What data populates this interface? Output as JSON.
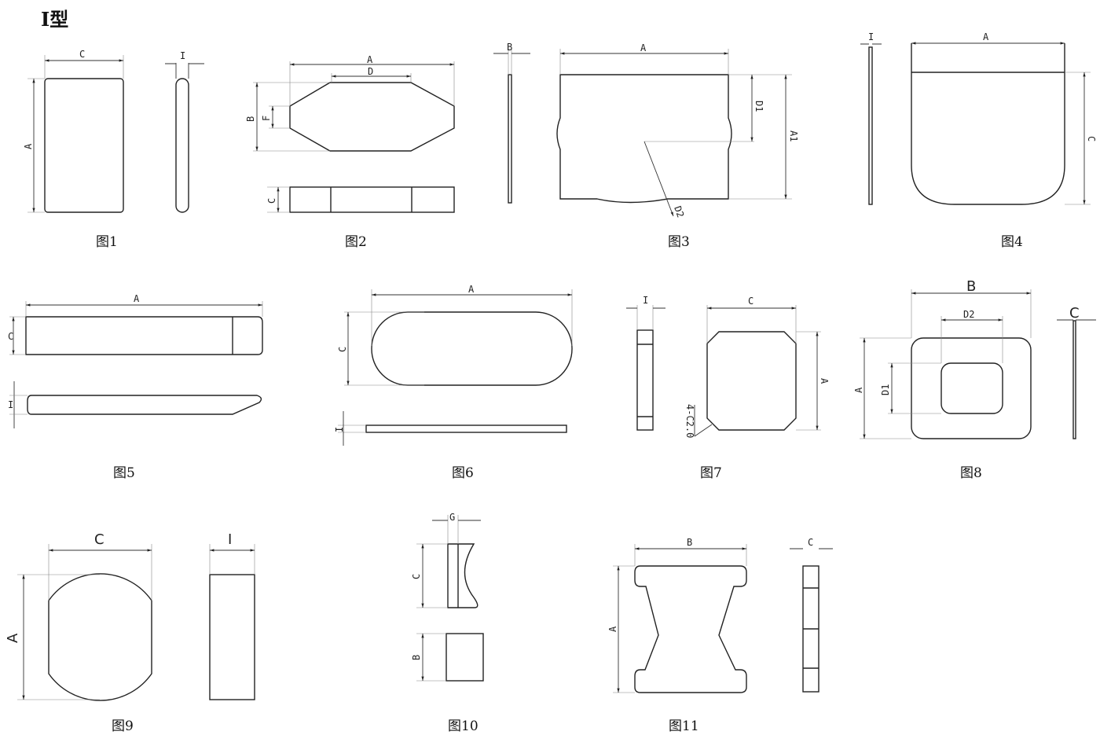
{
  "title": "I型",
  "figures": [
    {
      "caption": "图1",
      "labels": {
        "width": "C",
        "height": "A",
        "thickness": "I"
      }
    },
    {
      "caption": "图2",
      "labels": {
        "length": "A",
        "flat": "D",
        "height": "B",
        "edge": "F",
        "thickness": "C"
      }
    },
    {
      "caption": "图3",
      "labels": {
        "thickness": "B",
        "width": "A",
        "depth1": "D1",
        "height": "A1",
        "depth2": "D2"
      }
    },
    {
      "caption": "图4",
      "labels": {
        "thickness": "I",
        "width": "A",
        "height": "C"
      }
    },
    {
      "caption": "图5",
      "labels": {
        "length": "A",
        "height": "C",
        "thickness": "I"
      }
    },
    {
      "caption": "图6",
      "labels": {
        "length": "A",
        "height": "C",
        "thickness": "I"
      }
    },
    {
      "caption": "图7",
      "labels": {
        "thickness": "I",
        "width": "C",
        "height": "A",
        "chamfer": "4-C2.0"
      }
    },
    {
      "caption": "图8",
      "labels": {
        "width": "B",
        "inner_width": "D2",
        "height": "A",
        "inner_height": "D1",
        "thickness": "C"
      }
    },
    {
      "caption": "图9",
      "labels": {
        "width": "C",
        "height": "A",
        "thickness": "I"
      }
    },
    {
      "caption": "图10",
      "labels": {
        "gap": "G",
        "height": "C",
        "base": "B"
      }
    },
    {
      "caption": "图11",
      "labels": {
        "width": "B",
        "height": "A",
        "thickness": "C"
      }
    }
  ]
}
